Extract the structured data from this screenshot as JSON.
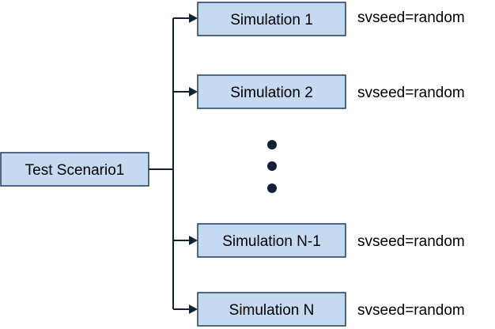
{
  "source": {
    "label": "Test Scenario1"
  },
  "simulations": [
    {
      "label": "Simulation 1",
      "note": "svseed=random"
    },
    {
      "label": "Simulation 2",
      "note": "svseed=random"
    },
    {
      "label": "Simulation N-1",
      "note": "svseed=random"
    },
    {
      "label": "Simulation N",
      "note": "svseed=random"
    }
  ],
  "colors": {
    "box_fill": "#c5d9f1",
    "box_stroke": "#1f3a5f",
    "line": "#0f2233"
  }
}
